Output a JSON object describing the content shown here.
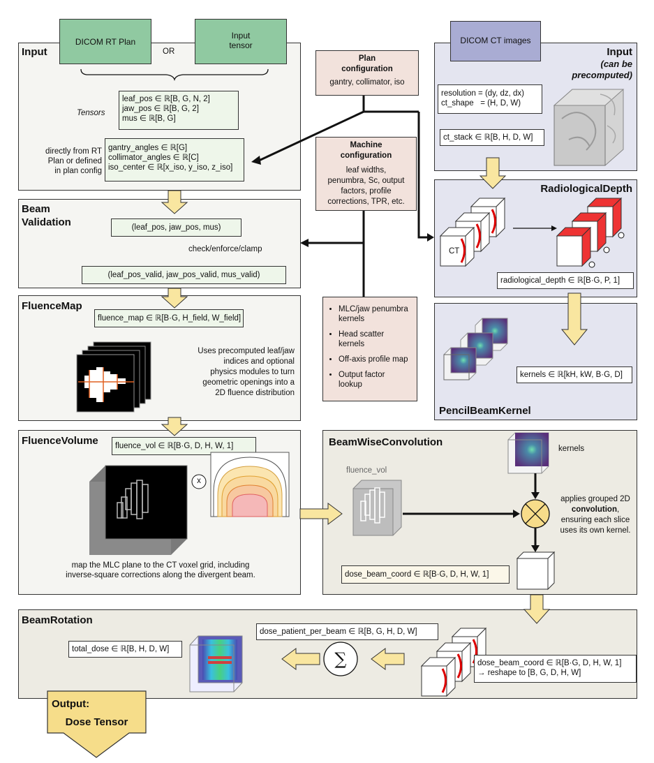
{
  "input": {
    "title": "Input",
    "dicom_rt_plan": "DICOM RT Plan",
    "or": "OR",
    "input_tensor_1": "Input",
    "input_tensor_2": "tensor",
    "tensors_label": "Tensors",
    "tensors": [
      "leaf_pos ∈ ℝ[B, G, N, 2]",
      "jaw_pos ∈ ℝ[B, G, 2]",
      "mus ∈ ℝ[B, G]"
    ],
    "direct_label": [
      "directly from RT",
      "Plan or defined",
      "in plan config"
    ],
    "angles": [
      "gantry_angles ∈ ℝ[G]",
      "collimator_angles ∈ ℝ[C]",
      "iso_center ∈ ℝ[x_iso, y_iso, z_iso]"
    ]
  },
  "plan_config": {
    "title_1": "Plan",
    "title_2": "configuration",
    "body": "gantry, collimator, iso"
  },
  "machine_config": {
    "title_1": "Machine",
    "title_2": "configuration",
    "body": [
      "leaf widths,",
      "penumbra, Sc, output",
      "factors, profile",
      "corrections, TPR, etc."
    ]
  },
  "kernels_list": {
    "items": [
      [
        "MLC/jaw penumbra",
        "kernels"
      ],
      [
        "Head scatter",
        "kernels"
      ],
      [
        "Off-axis profile map"
      ],
      [
        "Output factor",
        "lookup"
      ]
    ]
  },
  "ct_input": {
    "dicom_ct": "DICOM CT images",
    "title": "Input",
    "subtitle_1": "(can be",
    "subtitle_2": "precomputed)",
    "resolution": "resolution = (dy, dz, dx)",
    "ct_shape": "ct_shape   = (H, D, W)",
    "ct_stack": "ct_stack ∈ ℝ[B, H, D, W]"
  },
  "radiological_depth": {
    "title": "RadiologicalDepth",
    "ct_label": "CT",
    "tensor": "radiological_depth ∈ ℝ[B·G, P, 1]"
  },
  "pencil_beam_kernel": {
    "title": "PencilBeamKernel",
    "tensor": "kernels ∈ ℝ[kH, kW, B·G, D]"
  },
  "beam_validation": {
    "title_1": "Beam",
    "title_2": "Validation",
    "inputs": "(leaf_pos, jaw_pos, mus)",
    "action": "check/enforce/clamp",
    "outputs": "(leaf_pos_valid, jaw_pos_valid, mus_valid)"
  },
  "fluence_map": {
    "title": "FluenceMap",
    "tensor": "fluence_map ∈ ℝ[B·G, H_field, W_field]",
    "desc": [
      "Uses precomputed leaf/jaw",
      "indices and optional",
      "physics modules to turn",
      "geometric openings into a",
      "2D fluence distribution"
    ]
  },
  "fluence_volume": {
    "title": "FluenceVolume",
    "tensor": "fluence_vol ∈ ℝ[B·G, D, H, W, 1]",
    "times": "x",
    "desc": [
      "map the MLC plane to the CT voxel grid, including",
      "inverse-square corrections along the divergent beam."
    ]
  },
  "beamwise_convolution": {
    "title": "BeamWiseConvolution",
    "fluence_vol_label": "fluence_vol",
    "kernels_label": "kernels",
    "desc_1": "applies grouped 2D",
    "desc_2": "convolution",
    "desc_3": ",",
    "desc_4": "ensuring each slice",
    "desc_5": "uses its own kernel.",
    "tensor": "dose_beam_coord ∈ ℝ[B·G, D, H, W, 1]"
  },
  "beam_rotation": {
    "title": "BeamRotation",
    "per_beam": "dose_patient_per_beam ∈ ℝ[B, G, H, D, W]",
    "total": "total_dose ∈ ℝ[B, H, D, W]",
    "sum_symbol": "∑",
    "beam_coord_1": "dose_beam_coord ∈ ℝ[B·G, D, H, W, 1]",
    "beam_coord_2": "→ reshape to [B, G, D, H, W]"
  },
  "output": {
    "title_1": "Output:",
    "title_2": "Dose Tensor"
  },
  "colors": {
    "green_box": "#90c9a1",
    "purple_box": "#a9acd3",
    "config_box": "#f2e2dc",
    "arrow_fill": "#f9e6a0",
    "output_fill": "#f6dd8a"
  }
}
